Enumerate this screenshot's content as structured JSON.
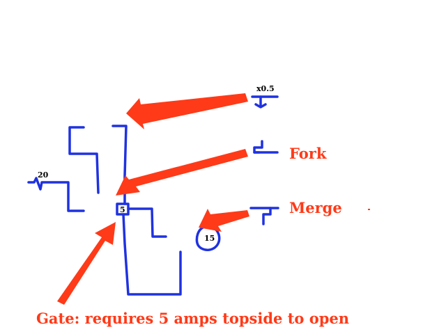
{
  "labels": {
    "multiplier": "x0.5",
    "source_value": "20",
    "gate_value": "5",
    "loop_value": "15",
    "fork": "Fork",
    "merge": "Merge",
    "gate_caption": "Gate:  requires 5 amps topside to open"
  },
  "colors": {
    "wire": "#1f32e0",
    "arrow": "#ff3a18",
    "background": "#ffffff"
  }
}
